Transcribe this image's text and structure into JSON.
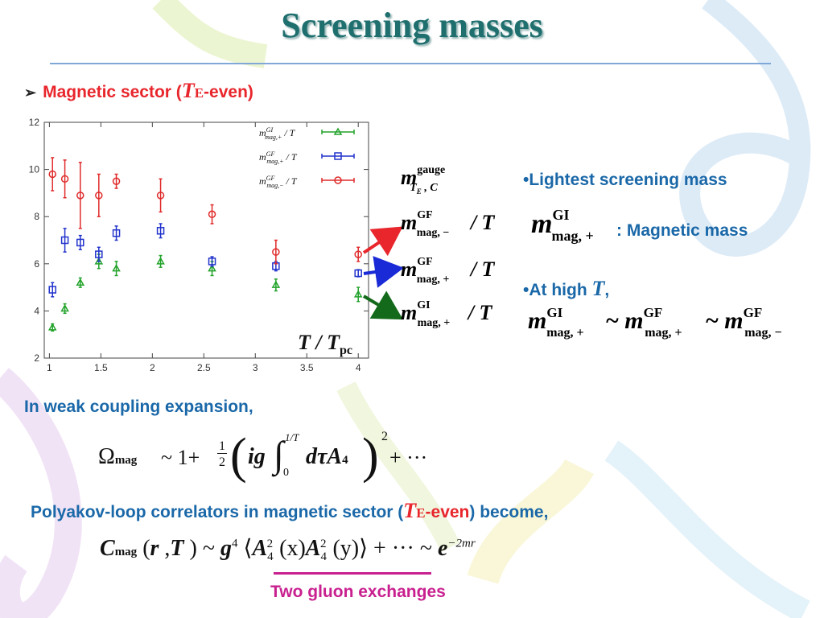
{
  "slide": {
    "title": "Screening masses",
    "sector_prefix": "Magnetic sector (",
    "sector_T": "T",
    "sector_sub": "E",
    "sector_suffix": "-even)",
    "bullet1": "•Lightest screening mass",
    "bullet1_tail": ": Magnetic mass",
    "bullet2": "•At high ",
    "bullet2_T": "T",
    "bullet2_comma": ",",
    "weak": "In weak coupling expansion,",
    "poly_prefix": "Polyakov-loop correlators in magnetic sector (",
    "poly_T": "T",
    "poly_sub": "E",
    "poly_even": "-even",
    "poly_suffix": ") become,",
    "two_gluon": "Two gluon exchanges"
  },
  "chart_data": {
    "type": "scatter",
    "xlabel": "T / Tpc",
    "xlim": [
      0.95,
      4.1
    ],
    "ylim": [
      2,
      12
    ],
    "xticks": [
      "1",
      "1.5",
      "2",
      "2.5",
      "3",
      "3.5",
      "4"
    ],
    "xtick_values": [
      1,
      1.5,
      2,
      2.5,
      3,
      3.5,
      4
    ],
    "yticks": [
      "2",
      "4",
      "6",
      "8",
      "10",
      "12"
    ],
    "ytick_values": [
      2,
      4,
      6,
      8,
      10,
      12
    ],
    "legend_position": "top-right",
    "series": [
      {
        "name": "m GI mag,+ / T",
        "color": "#22a22a",
        "marker": "triangle",
        "x": [
          1.03,
          1.15,
          1.3,
          1.48,
          1.65,
          2.08,
          2.58,
          3.2,
          4.0
        ],
        "y": [
          3.3,
          4.1,
          5.2,
          6.1,
          5.8,
          6.1,
          5.8,
          5.1,
          4.7
        ],
        "err": [
          0.15,
          0.2,
          0.2,
          0.3,
          0.3,
          0.25,
          0.3,
          0.25,
          0.3
        ]
      },
      {
        "name": "m GF mag,+ / T",
        "color": "#2233cc",
        "marker": "square",
        "x": [
          1.03,
          1.15,
          1.3,
          1.48,
          1.65,
          2.08,
          2.58,
          3.2,
          4.0
        ],
        "y": [
          4.9,
          7.0,
          6.9,
          6.4,
          7.3,
          7.4,
          6.1,
          5.9,
          5.6
        ],
        "err": [
          0.3,
          0.5,
          0.3,
          0.3,
          0.3,
          0.3,
          0.2,
          0.2,
          0.15
        ]
      },
      {
        "name": "m GF mag,− / T",
        "color": "#e02a2a",
        "marker": "circle",
        "x": [
          1.03,
          1.15,
          1.3,
          1.48,
          1.65,
          2.08,
          2.58,
          3.2,
          4.0
        ],
        "y": [
          9.8,
          9.6,
          8.9,
          8.9,
          9.5,
          8.9,
          8.1,
          6.5,
          6.4
        ],
        "err": [
          0.7,
          0.8,
          1.4,
          0.9,
          0.3,
          0.7,
          0.4,
          0.5,
          0.3
        ]
      }
    ]
  }
}
